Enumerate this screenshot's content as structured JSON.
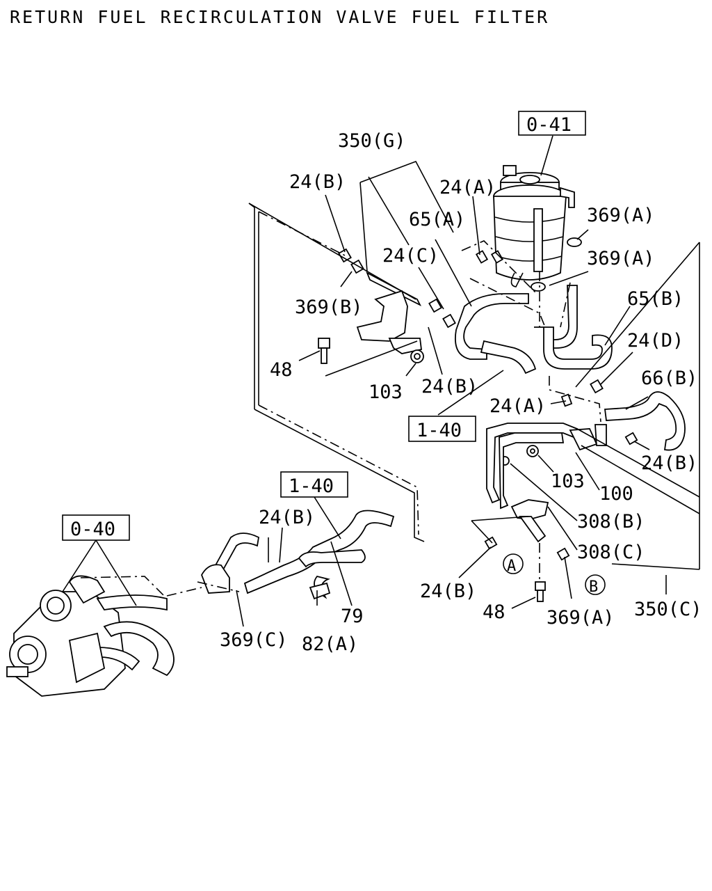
{
  "title": "RETURN FUEL RECIRCULATION VALVE FUEL FILTER",
  "refs": {
    "r041": "0-41",
    "r140a": "1-40",
    "r140b": "1-40",
    "r040": "0-40"
  },
  "callouts": {
    "c350g": "350(G)",
    "c24b_1": "24(B)",
    "c24a_1": "24(A)",
    "c369a_1": "369(A)",
    "c65a": "65(A)",
    "c24c": "24(C)",
    "c369a_2": "369(A)",
    "c369b": "369(B)",
    "c65b": "65(B)",
    "c24d": "24(D)",
    "c48_1": "48",
    "c66b": "66(B)",
    "c103_1": "103",
    "c24b_2": "24(B)",
    "c24a_2": "24(A)",
    "c24b_3": "24(B)",
    "c103_2": "103",
    "c100": "100",
    "c24b_4": "24(B)",
    "c308b": "308(B)",
    "c308c": "308(C)",
    "c24b_5": "24(B)",
    "c48_2": "48",
    "c369a_3": "369(A)",
    "c350c": "350(C)",
    "c369c": "369(C)",
    "c82a": "82(A)",
    "c79": "79"
  },
  "markers": {
    "a": "A",
    "b": "B"
  },
  "icons": {
    "fuel_filter": "fuel-filter-icon",
    "injection_pump": "injection-pump-icon",
    "hose": "hose-icon",
    "clip": "hose-clip-icon",
    "bolt": "bolt-icon",
    "nut": "nut-icon"
  }
}
